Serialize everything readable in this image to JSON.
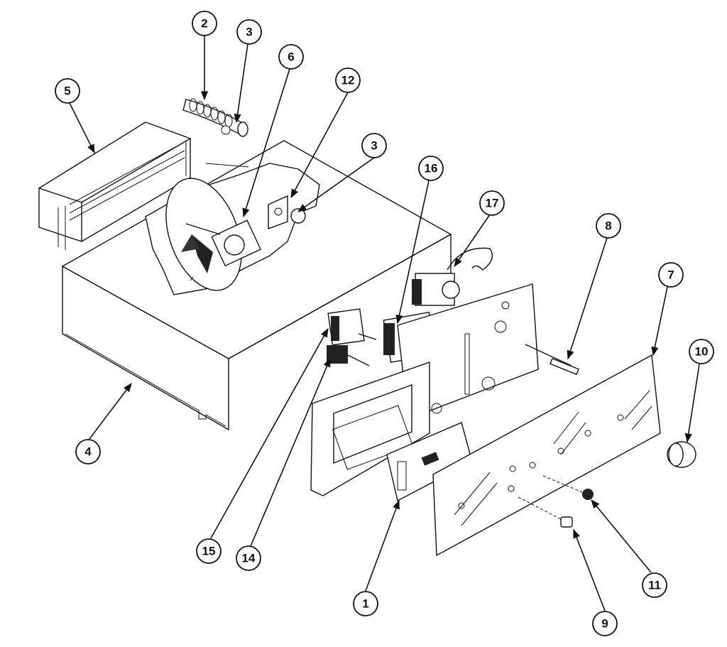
{
  "callouts": [
    {
      "id": "c1",
      "label": "1"
    },
    {
      "id": "c2",
      "label": "2"
    },
    {
      "id": "c3a",
      "label": "3"
    },
    {
      "id": "c3b",
      "label": "3"
    },
    {
      "id": "c4",
      "label": "4"
    },
    {
      "id": "c5",
      "label": "5"
    },
    {
      "id": "c6",
      "label": "6"
    },
    {
      "id": "c7",
      "label": "7"
    },
    {
      "id": "c8",
      "label": "8"
    },
    {
      "id": "c9",
      "label": "9"
    },
    {
      "id": "c10",
      "label": "10"
    },
    {
      "id": "c11",
      "label": "11"
    },
    {
      "id": "c12",
      "label": "12"
    },
    {
      "id": "c14",
      "label": "14"
    },
    {
      "id": "c15",
      "label": "15"
    },
    {
      "id": "c16",
      "label": "16"
    },
    {
      "id": "c17",
      "label": "17"
    }
  ]
}
